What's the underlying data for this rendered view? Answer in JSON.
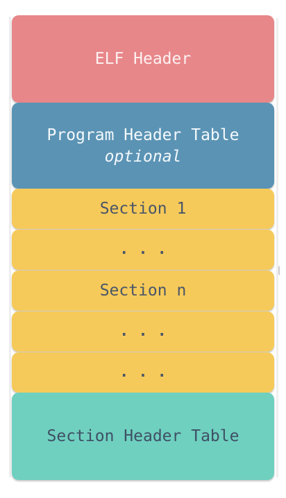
{
  "diagram": {
    "blocks": {
      "elf_header": {
        "label": "ELF Header",
        "color": "#e8878a"
      },
      "program_header_table": {
        "label": "Program Header Table",
        "note": "optional",
        "color": "#5b93b4"
      },
      "section_1": {
        "label": "Section 1",
        "color": "#f6ca5a"
      },
      "ellipsis_1": {
        "label": "..."
      },
      "section_n": {
        "label": "Section n"
      },
      "ellipsis_2": {
        "label": "..."
      },
      "ellipsis_3": {
        "label": "..."
      },
      "section_header_table": {
        "label": "Section Header Table",
        "color": "#6fd0c0"
      }
    }
  }
}
